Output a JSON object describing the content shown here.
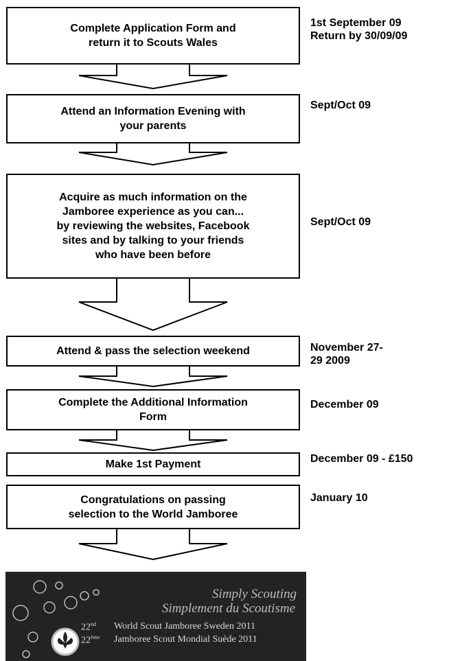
{
  "steps": [
    {
      "text": "Complete Application Form and\nreturn it to Scouts Wales",
      "date": "1st September 09\nReturn  by 30/09/09"
    },
    {
      "text": "Attend an Information Evening with\nyour parents",
      "date": "Sept/Oct  09"
    },
    {
      "text": "Acquire as much information on the\nJamboree experience as you can...\nby reviewing the websites, Facebook\nsites and by talking to your friends\nwho have been before",
      "date": "Sept/Oct  09"
    },
    {
      "text": "Attend & pass the selection weekend",
      "date": "November  27-\n29 2009"
    },
    {
      "text": "Complete the Additional Information\nForm",
      "date": "December  09"
    },
    {
      "text": "Make 1st Payment",
      "date": "December  09 - £150"
    },
    {
      "text": "Congratulations on passing\nselection to the World Jamboree",
      "date": "January  10"
    }
  ],
  "banner": {
    "slogan_en": "Simply Scouting",
    "slogan_fr": "Simplement du Scoutisme",
    "ordinal_en": "22",
    "ordinal_en_sup": "nd",
    "ordinal_fr": "22",
    "ordinal_fr_sup": "ème",
    "line_en": "World Scout Jamboree Sweden 2011",
    "line_fr": "Jamboree Scout Mondial Suède 2011"
  },
  "colors": {
    "banner_bg": "#232323",
    "stroke": "#000000"
  }
}
